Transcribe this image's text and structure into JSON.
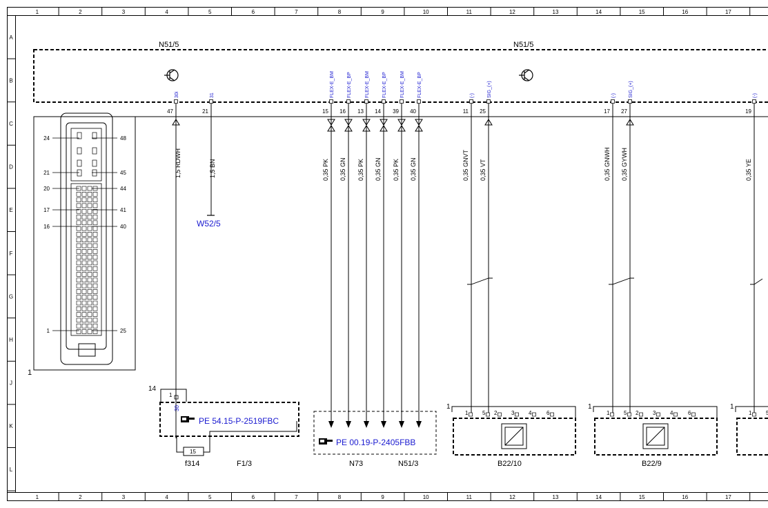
{
  "grid": {
    "columns": [
      "1",
      "2",
      "3",
      "4",
      "5",
      "6",
      "7",
      "8",
      "9",
      "10",
      "11",
      "12",
      "13",
      "14",
      "15",
      "16",
      "17"
    ],
    "rows": [
      "A",
      "B",
      "C",
      "D",
      "E",
      "F",
      "G",
      "H",
      "J",
      "K",
      "L"
    ]
  },
  "components": {
    "module_left_label": "N51/5",
    "module_right_label": "N51/5",
    "connector_diagram_label": "1",
    "left_pin_labels": [
      "24",
      "21",
      "20",
      "17",
      "16",
      "1"
    ],
    "right_pin_labels": [
      "48",
      "45",
      "44",
      "41",
      "40",
      "25"
    ],
    "ground_label": "W52/5",
    "fuse_pin_label": "14",
    "fuse_conn_pin": "1",
    "fuse_conn_sig": "30",
    "fuse_number": "15",
    "fuse_label": "f314",
    "fuse_box_label": "F1/3",
    "n73_label": "N73",
    "n513_label": "N51/3",
    "b2210_label": "B22/10",
    "b229_label": "B22/9",
    "sensor_conn_label": "1",
    "sensor_pin_labels": [
      "1",
      "5",
      "2",
      "3",
      "4",
      "6"
    ]
  },
  "wires": [
    {
      "pin": "47",
      "signal": "30i",
      "spec": "1,5 RDWH"
    },
    {
      "pin": "21",
      "signal": "31",
      "spec": "1,5 BN"
    },
    {
      "pin": "15",
      "signal": "FLEX-E_BM",
      "spec": "0,35 PK"
    },
    {
      "pin": "16",
      "signal": "FLEX-E_BP",
      "spec": "0,35 GN"
    },
    {
      "pin": "13",
      "signal": "FLEX-E_BM",
      "spec": "0,35 PK"
    },
    {
      "pin": "14",
      "signal": "FLEX-E_BP",
      "spec": "0,35 GN"
    },
    {
      "pin": "39",
      "signal": "FLEX-E_BM",
      "spec": "0,35 PK"
    },
    {
      "pin": "40",
      "signal": "FLEX-E_BP",
      "spec": "0,35 GN"
    },
    {
      "pin": "11",
      "signal": "(-)",
      "spec": "0,35 GNVT"
    },
    {
      "pin": "25",
      "signal": "SIG_(+)",
      "spec": "0,35 VT"
    },
    {
      "pin": "17",
      "signal": "(-)",
      "spec": "0,35 GNWH"
    },
    {
      "pin": "27",
      "signal": "SIG_(+)",
      "spec": "0,35 GYWH"
    },
    {
      "pin": "19",
      "signal": "(-)",
      "spec": "0,35 YE"
    }
  ],
  "links": {
    "fuse_ref": "PE 54.15-P-2519FBC",
    "network_ref": "PE 00.19-P-2405FBB"
  },
  "icons": [
    "transistor-icon",
    "hand-pointer-icon",
    "sensor-symbol-icon"
  ]
}
